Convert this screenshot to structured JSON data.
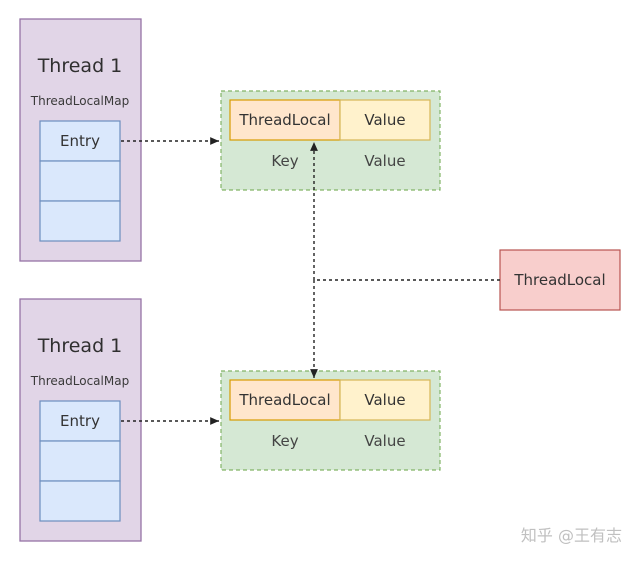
{
  "threads": [
    {
      "title": "Thread 1",
      "map_label": "ThreadLocalMap",
      "entry_label": "Entry"
    },
    {
      "title": "Thread 1",
      "map_label": "ThreadLocalMap",
      "entry_label": "Entry"
    }
  ],
  "entries": [
    {
      "key_cell": "ThreadLocal",
      "value_cell": "Value",
      "key_caption": "Key",
      "value_caption": "Value"
    },
    {
      "key_cell": "ThreadLocal",
      "value_cell": "Value",
      "key_caption": "Key",
      "value_caption": "Value"
    }
  ],
  "threadlocal_box": {
    "label": "ThreadLocal"
  },
  "watermark": "知乎 @王有志",
  "colors": {
    "thread_fill": "#e1d5e7",
    "thread_stroke": "#9673a6",
    "slot_fill": "#dae8fc",
    "slot_stroke": "#6c8ebf",
    "entry_fill": "#d5e8d4",
    "entry_stroke": "#82b366",
    "key_fill": "#ffe6cc",
    "key_stroke": "#d79b00",
    "value_fill": "#fff2cc",
    "value_stroke": "#d6b656",
    "tl_fill": "#f8cecc",
    "tl_stroke": "#b85450",
    "arrow": "#222222"
  }
}
